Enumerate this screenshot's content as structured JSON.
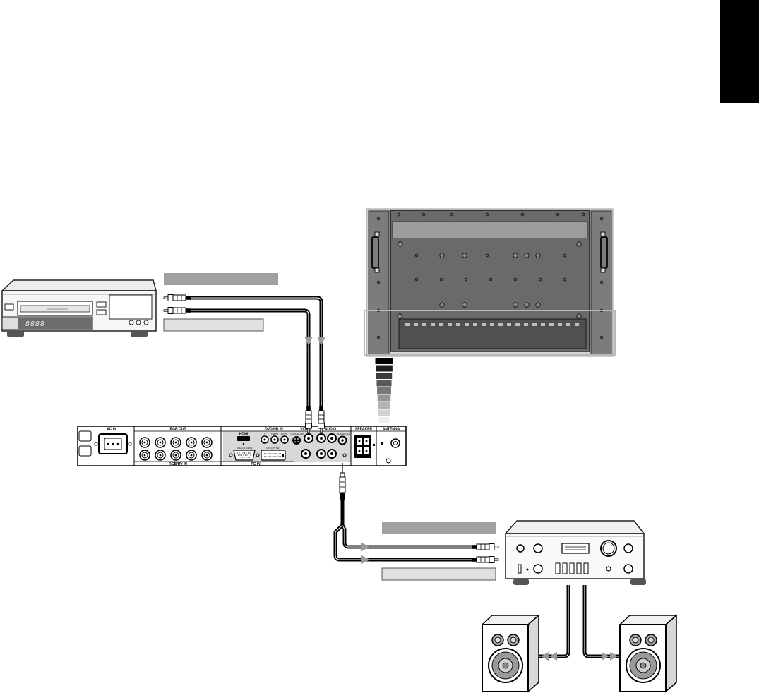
{
  "vcr": {
    "display_text": "8888"
  },
  "rear_panel": {
    "ac_in": "AC IN",
    "rgb_out": "RGB OUT",
    "rgb_hv_in": "RGB/HV IN",
    "hdmi": "HDMI",
    "dvd_hd_in": "DVD/HD IN",
    "y": "Y",
    "cb_pb": "Cb/Pb",
    "cr_pr": "Cr/Pr",
    "s_video_in": "S-VIDEO IN",
    "video": "VIDEO",
    "audio": "AUDIO",
    "audio_out": "AUDIO OUT",
    "speaker": "SPEAKER",
    "antenna": "ANTENNA",
    "vga_dsub": "VGA (D-SUB)",
    "dvi_d": "DVI (DVI-D)",
    "pc_in": "PC IN"
  },
  "colors": {
    "section_tab": "#000000",
    "label_bar_dark": "#a0a0a0",
    "label_bar_light": "#e0e0e0",
    "arrow": "#9a9a9a",
    "cable": "#000000"
  }
}
